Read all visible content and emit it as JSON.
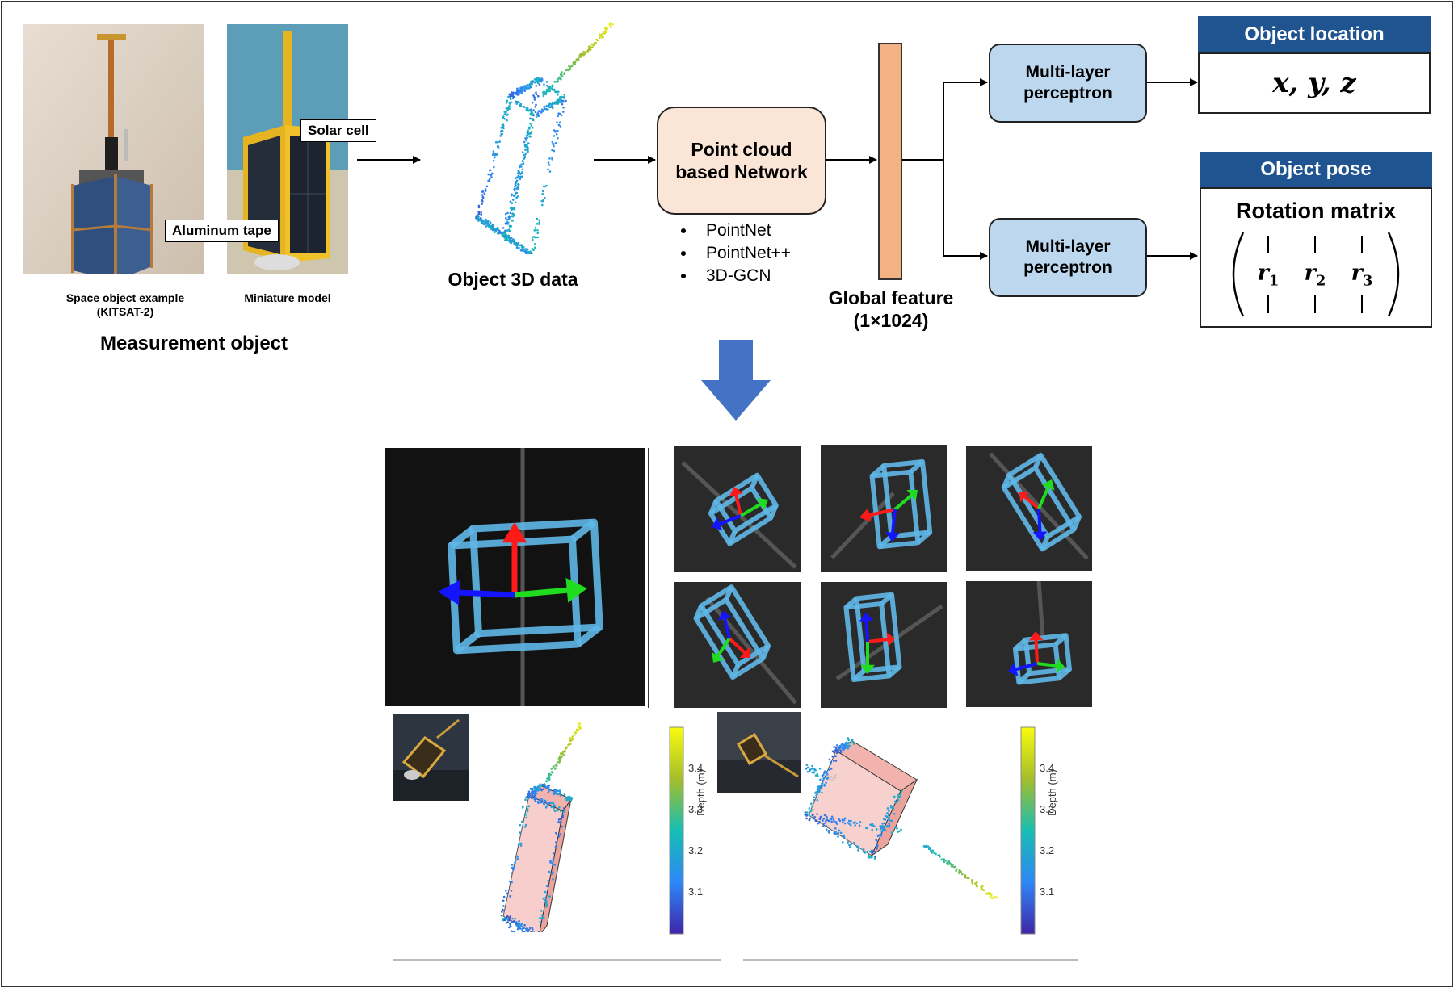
{
  "measurement": {
    "space_object_caption_1": "Space object example",
    "space_object_caption_2": "(KITSAT-2)",
    "miniature_caption": "Miniature model",
    "solar_cell_label": "Solar cell",
    "aluminum_tape_label": "Aluminum tape",
    "section_title": "Measurement object"
  },
  "object_data": {
    "label": "Object 3D data"
  },
  "network": {
    "title_line1": "Point cloud",
    "title_line2": "based Network",
    "models": [
      "PointNet",
      "PointNet++",
      "3D-GCN"
    ]
  },
  "global_feature": {
    "label": "Global feature",
    "size": "(1×1024)"
  },
  "mlp": {
    "line1": "Multi-layer",
    "line2": "perceptron"
  },
  "location": {
    "header": "Object location",
    "formula": "x, y, z"
  },
  "pose": {
    "header": "Object pose",
    "subtitle": "Rotation matrix",
    "columns": [
      {
        "base": "r",
        "sub": "1"
      },
      {
        "base": "r",
        "sub": "2"
      },
      {
        "base": "r",
        "sub": "3"
      }
    ]
  },
  "colorbar": {
    "axis_label": "Depth (m)",
    "ticks": [
      "3.4",
      "3.3",
      "3.2",
      "3.1"
    ]
  },
  "colors": {
    "header_blue": "#1f5490",
    "mlp_fill": "#bdd7ee",
    "network_fill": "#fbe5d6",
    "feature_fill": "#f4b183",
    "down_arrow": "#4472c4",
    "box_cyan": "#5fb8e8",
    "axis_red": "#ff1a1a",
    "axis_green": "#1fdc1f",
    "axis_blue": "#1414ff"
  },
  "icons": [
    "arrow-right-icon",
    "down-arrow-icon"
  ]
}
